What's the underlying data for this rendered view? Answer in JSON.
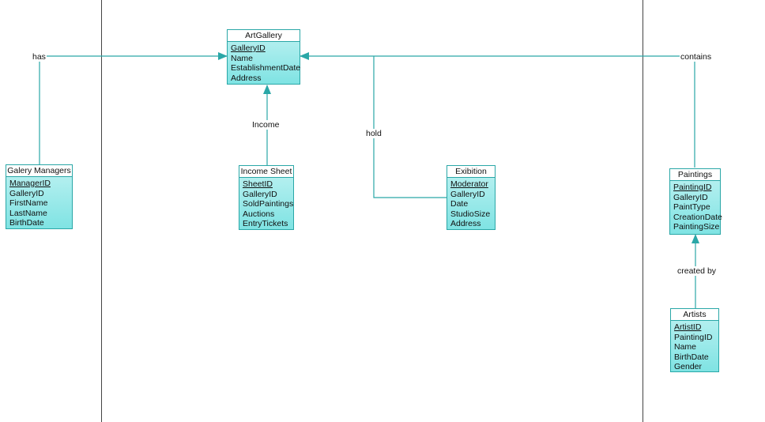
{
  "colors": {
    "connector": "#2aa7a7",
    "entity_fill": "#8fe8e8",
    "entity_border": "#2aa7a7",
    "divider": "#444444"
  },
  "entities": {
    "art_gallery": {
      "title": "ArtGallery",
      "attributes": [
        "GalleryID",
        "Name",
        "EstablishmentDate",
        "Address"
      ],
      "primary_key": "GalleryID"
    },
    "galery_managers": {
      "title": "Galery Managers",
      "attributes": [
        "ManagerID",
        "GalleryID",
        "FirstName",
        "LastName",
        "BirthDate"
      ],
      "primary_key": "ManagerID"
    },
    "income_sheet": {
      "title": "Income Sheet",
      "attributes": [
        "SheetID",
        "GalleryID",
        "SoldPaintings",
        "Auctions",
        "EntryTickets"
      ],
      "primary_key": "SheetID"
    },
    "exibition": {
      "title": "Exibition",
      "attributes": [
        "Moderator",
        "GalleryID",
        "Date",
        "StudioSize",
        "Address"
      ],
      "primary_key": "Moderator"
    },
    "paintings": {
      "title": "Paintings",
      "attributes": [
        "PaintingID",
        "GalleryID",
        "PaintType",
        "CreationDate",
        "PaintingSize"
      ],
      "primary_key": "PaintingID"
    },
    "artists": {
      "title": "Artists",
      "attributes": [
        "ArtistID",
        "PaintingID",
        "Name",
        "BirthDate",
        "Gender"
      ],
      "primary_key": "ArtistID"
    }
  },
  "relationships": {
    "has": {
      "label": "has",
      "from": "Galery Managers",
      "to": "ArtGallery"
    },
    "income": {
      "label": "Income",
      "from": "Income Sheet",
      "to": "ArtGallery"
    },
    "hold": {
      "label": "hold",
      "from": "Exibition",
      "to": "ArtGallery"
    },
    "contains": {
      "label": "contains",
      "from": "Paintings",
      "to": "ArtGallery"
    },
    "created_by": {
      "label": "created by",
      "from": "Artists",
      "to": "Paintings"
    }
  }
}
